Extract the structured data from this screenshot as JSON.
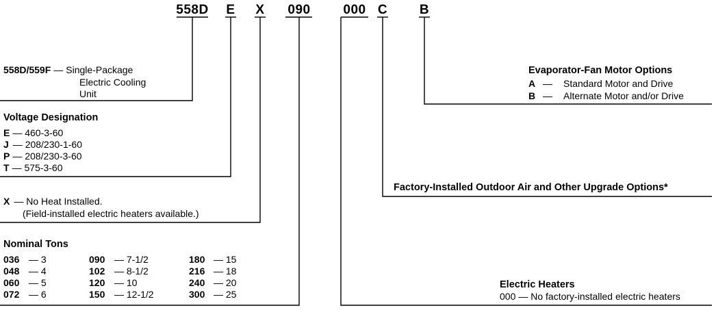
{
  "model_code": {
    "segments": [
      "558D",
      "E",
      "X",
      "090",
      "000",
      "C",
      "B"
    ]
  },
  "unit_type": {
    "code": "558D/559F",
    "dash": "—",
    "lines": [
      "Single-Package",
      "Electric Cooling",
      "Unit"
    ]
  },
  "voltage": {
    "title": "Voltage Designation",
    "items": [
      {
        "code": "E",
        "value": "460-3-60"
      },
      {
        "code": "J",
        "value": "208/230-1-60"
      },
      {
        "code": "P",
        "value": "208/230-3-60"
      },
      {
        "code": "T",
        "value": "575-3-60"
      }
    ]
  },
  "heat": {
    "code": "X",
    "line1": "No Heat Installed.",
    "line2": "(Field-installed electric heaters available.)"
  },
  "tons": {
    "title": "Nominal Tons",
    "columns": [
      [
        {
          "code": "036",
          "value": "3"
        },
        {
          "code": "048",
          "value": "4"
        },
        {
          "code": "060",
          "value": "5"
        },
        {
          "code": "072",
          "value": "6"
        }
      ],
      [
        {
          "code": "090",
          "value": "7-1/2"
        },
        {
          "code": "102",
          "value": "8-1/2"
        },
        {
          "code": "120",
          "value": "10"
        },
        {
          "code": "150",
          "value": "12-1/2"
        }
      ],
      [
        {
          "code": "180",
          "value": "15"
        },
        {
          "code": "216",
          "value": "18"
        },
        {
          "code": "240",
          "value": "20"
        },
        {
          "code": "300",
          "value": "25"
        }
      ]
    ]
  },
  "heaters": {
    "title": "Electric Heaters",
    "code": "000",
    "value": "No factory-installed electric heaters"
  },
  "options": {
    "title": "Factory-Installed Outdoor Air and Other Upgrade Options*"
  },
  "fan": {
    "title": "Evaporator-Fan Motor Options",
    "items": [
      {
        "code": "A",
        "value": "Standard Motor and Drive"
      },
      {
        "code": "B",
        "value": "Alternate Motor and/or Drive"
      }
    ]
  }
}
